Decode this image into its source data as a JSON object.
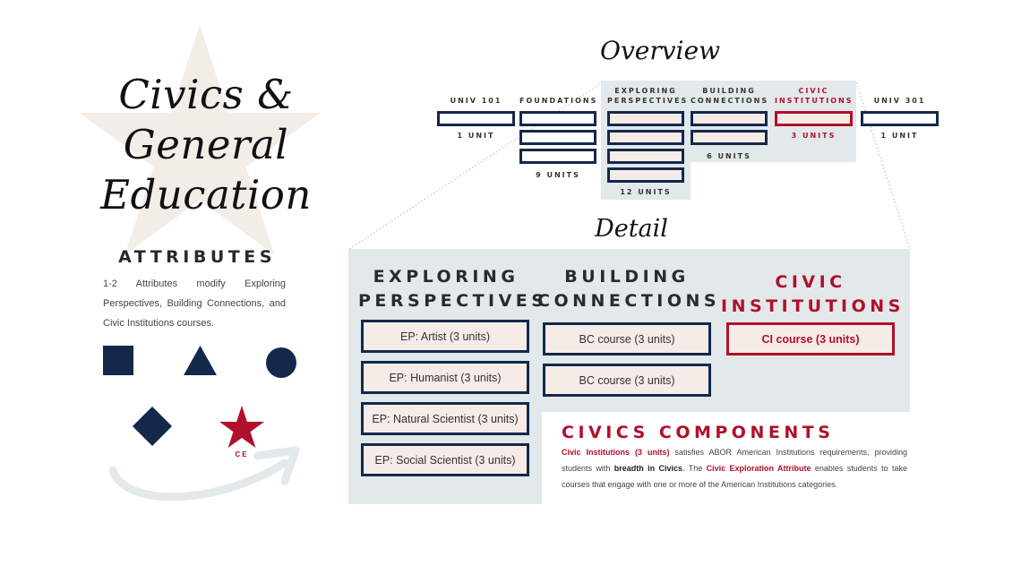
{
  "title": {
    "line1": "Civics &",
    "line2": "General Education"
  },
  "overview": {
    "heading": "Overview",
    "columns": [
      {
        "label_line1": "",
        "label_line2": "UNIV 101",
        "boxes": 1,
        "units": "1 UNIT",
        "highlight": false
      },
      {
        "label_line1": "",
        "label_line2": "FOUNDATIONS",
        "boxes": 3,
        "units": "9 UNITS",
        "highlight": false
      },
      {
        "label_line1": "EXPLORING",
        "label_line2": "PERSPECTIVES",
        "boxes": 4,
        "units": "12 UNITS",
        "highlight": false
      },
      {
        "label_line1": "BUILDING",
        "label_line2": "CONNECTIONS",
        "boxes": 2,
        "units": "6 UNITS",
        "highlight": false
      },
      {
        "label_line1": "CIVIC",
        "label_line2": "INSTITUTIONS",
        "boxes": 1,
        "units": "3 UNITS",
        "highlight": true
      },
      {
        "label_line1": "",
        "label_line2": "UNIV 301",
        "boxes": 1,
        "units": "1 UNIT",
        "highlight": false
      }
    ]
  },
  "detail": {
    "heading": "Detail",
    "exploring": {
      "heading_line1": "EXPLORING",
      "heading_line2": "PERSPECTIVES",
      "courses": [
        "EP: Artist (3 units)",
        "EP: Humanist (3 units)",
        "EP: Natural Scientist (3 units)",
        "EP: Social Scientist (3 units)"
      ]
    },
    "building": {
      "heading_line1": "BUILDING",
      "heading_line2": "CONNECTIONS",
      "courses": [
        "BC course (3 units)",
        "BC course (3 units)"
      ]
    },
    "civic": {
      "heading_line1": "CIVIC",
      "heading_line2": "INSTITUTIONS",
      "courses": [
        "CI course (3 units)"
      ]
    }
  },
  "components": {
    "heading": "CIVICS COMPONENTS",
    "text_red_1": "Civic Institutions (3 units)",
    "text_1": " satisfies ABOR American Institutions requirements, providing students with ",
    "text_bold": "breadth in Civics",
    "text_2": ". The ",
    "text_red_2": "Civic Exploration Attribute",
    "text_3": " enables students to take courses that engage with one or more of the American Institutions categories."
  },
  "attributes": {
    "heading": "ATTRIBUTES",
    "description": "1-2 Attributes modify Exploring Perspectives, Building Connections, and Civic Institutions courses.",
    "shapes": [
      "square",
      "triangle",
      "circle",
      "diamond",
      "star"
    ],
    "star_label": "CE"
  },
  "colors": {
    "navy": "#13284b",
    "red": "#b0102b",
    "panel_gray": "#e3e8eb",
    "box_fill": "#f5ece8",
    "star_beige": "#f3ede8"
  }
}
